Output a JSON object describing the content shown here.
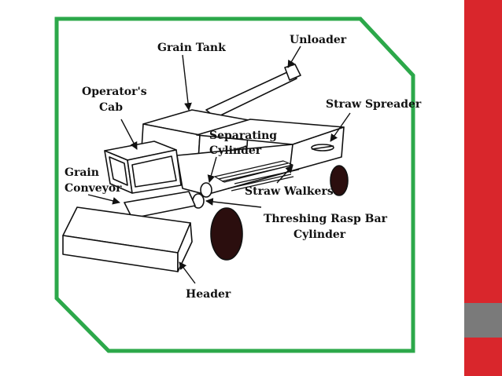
{
  "colors": {
    "frame_border": "#2ca84a",
    "accent_red": "#d9262c",
    "accent_gray": "#7a7a7a",
    "ink": "#111111"
  },
  "labels": {
    "grain_tank": "Grain Tank",
    "unloader": "Unloader",
    "operators_cab_line1": "Operator's",
    "operators_cab_line2": "Cab",
    "straw_spreader": "Straw Spreader",
    "separating_cylinder_line1": "Separating",
    "separating_cylinder_line2": "Cylinder",
    "grain_conveyor_line1": "Grain",
    "grain_conveyor_line2": "Conveyor",
    "straw_walkers": "Straw Walkers",
    "threshing_line1": "Threshing Rasp Bar",
    "threshing_line2": "Cylinder",
    "header": "Header"
  }
}
